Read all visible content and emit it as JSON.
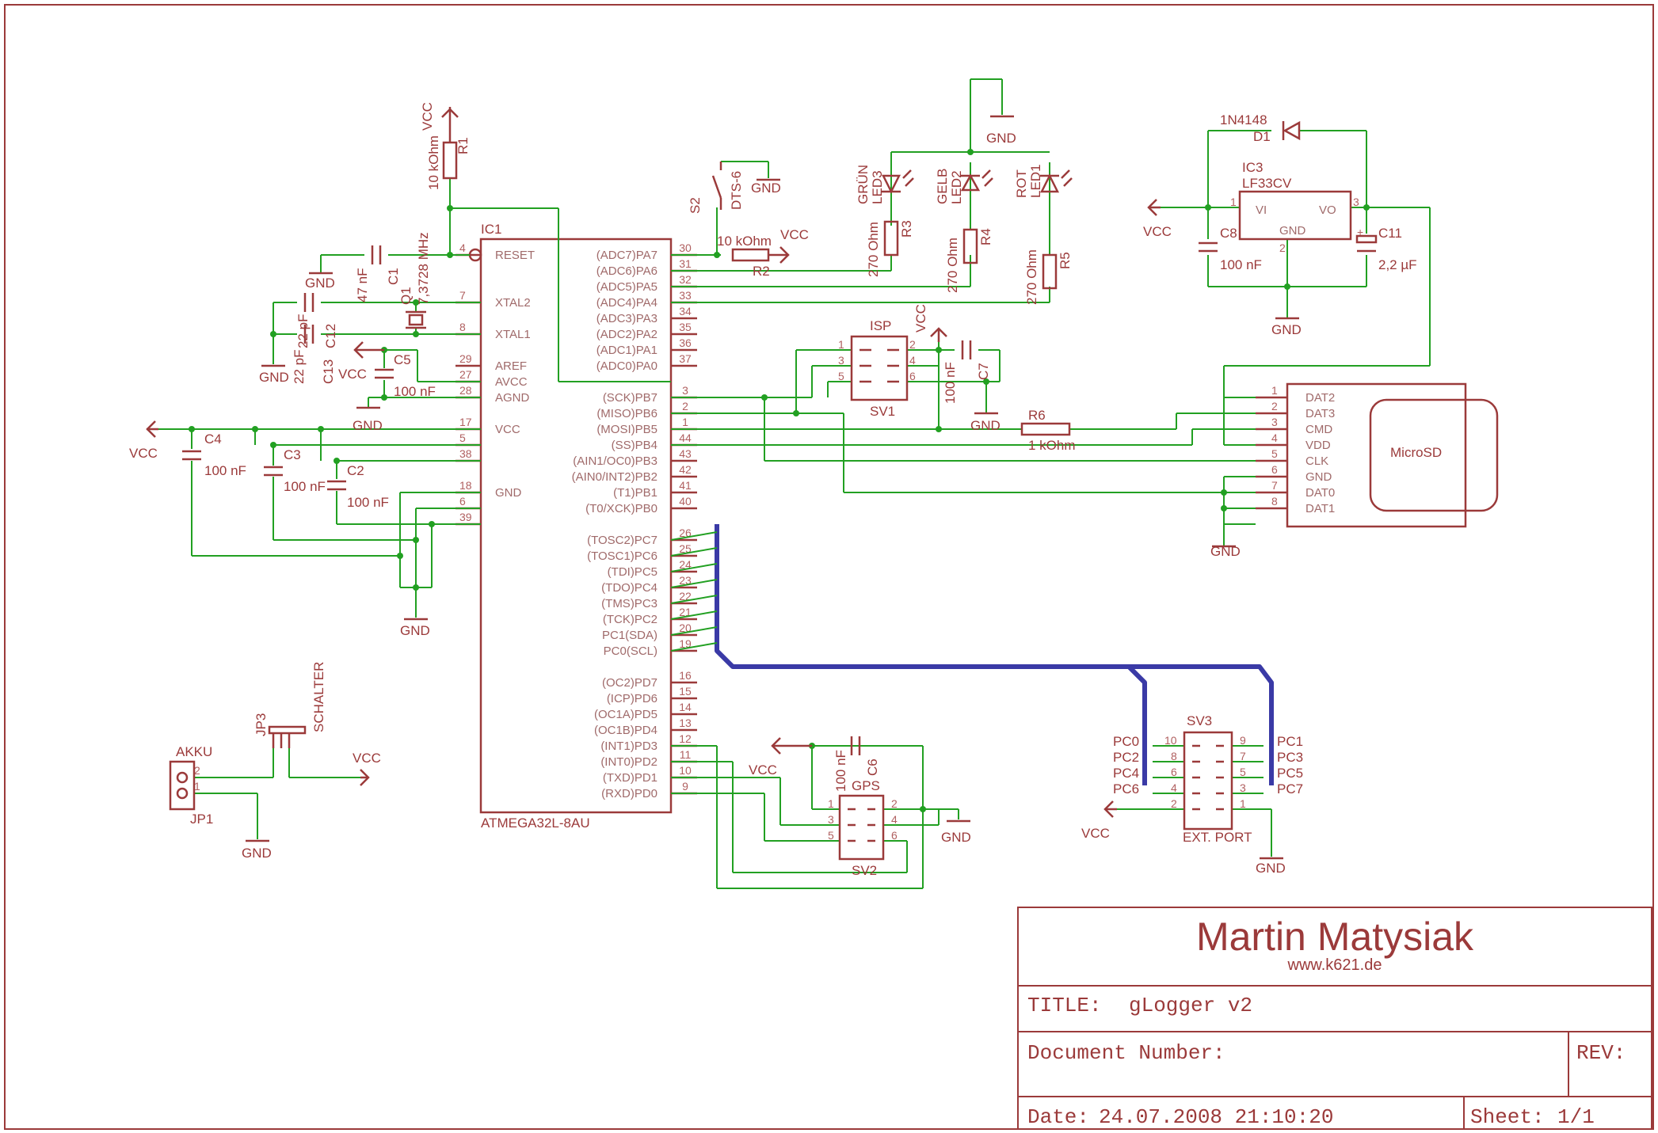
{
  "title_block": {
    "author": "Martin Matysiak",
    "website": "www.k621.de",
    "title_label": "TITLE:",
    "title_value": "gLogger v2",
    "docnum_label": "Document Number:",
    "rev_label": "REV:",
    "date_label": "Date:",
    "date_value": "24.07.2008 21:10:20",
    "sheet_label": "Sheet:",
    "sheet_value": "1/1"
  },
  "mcu": {
    "ref": "IC1",
    "part": "ATMEGA32L-8AU",
    "left_pins": [
      {
        "name": "RESET",
        "num": "4"
      },
      {
        "name": "XTAL2",
        "num": "7"
      },
      {
        "name": "XTAL1",
        "num": "8"
      },
      {
        "name": "AREF",
        "num": "29"
      },
      {
        "name": "AVCC",
        "num": "27"
      },
      {
        "name": "AGND",
        "num": "28"
      },
      {
        "name": "VCC",
        "num": "17"
      },
      {
        "name": "",
        "num": "5"
      },
      {
        "name": "",
        "num": "38"
      },
      {
        "name": "GND",
        "num": "18"
      },
      {
        "name": "",
        "num": "6"
      },
      {
        "name": "",
        "num": "39"
      }
    ],
    "right_pins": [
      {
        "name": "(ADC7)PA7",
        "num": "30"
      },
      {
        "name": "(ADC6)PA6",
        "num": "31"
      },
      {
        "name": "(ADC5)PA5",
        "num": "32"
      },
      {
        "name": "(ADC4)PA4",
        "num": "33"
      },
      {
        "name": "(ADC3)PA3",
        "num": "34"
      },
      {
        "name": "(ADC2)PA2",
        "num": "35"
      },
      {
        "name": "(ADC1)PA1",
        "num": "36"
      },
      {
        "name": "(ADC0)PA0",
        "num": "37"
      },
      {
        "name": "(SCK)PB7",
        "num": "3"
      },
      {
        "name": "(MISO)PB6",
        "num": "2"
      },
      {
        "name": "(MOSI)PB5",
        "num": "1"
      },
      {
        "name": "(SS)PB4",
        "num": "44"
      },
      {
        "name": "(AIN1/OC0)PB3",
        "num": "43"
      },
      {
        "name": "(AIN0/INT2)PB2",
        "num": "42"
      },
      {
        "name": "(T1)PB1",
        "num": "41"
      },
      {
        "name": "(T0/XCK)PB0",
        "num": "40"
      },
      {
        "name": "(TOSC2)PC7",
        "num": "26"
      },
      {
        "name": "(TOSC1)PC6",
        "num": "25"
      },
      {
        "name": "(TDI)PC5",
        "num": "24"
      },
      {
        "name": "(TDO)PC4",
        "num": "23"
      },
      {
        "name": "(TMS)PC3",
        "num": "22"
      },
      {
        "name": "(TCK)PC2",
        "num": "21"
      },
      {
        "name": "PC1(SDA)",
        "num": "20"
      },
      {
        "name": "PC0(SCL)",
        "num": "19"
      },
      {
        "name": "(OC2)PD7",
        "num": "16"
      },
      {
        "name": "(ICP)PD6",
        "num": "15"
      },
      {
        "name": "(OC1A)PD5",
        "num": "14"
      },
      {
        "name": "(OC1B)PD4",
        "num": "13"
      },
      {
        "name": "(INT1)PD3",
        "num": "12"
      },
      {
        "name": "(INT0)PD2",
        "num": "11"
      },
      {
        "name": "(TXD)PD1",
        "num": "10"
      },
      {
        "name": "(RXD)PD0",
        "num": "9"
      }
    ]
  },
  "labels": {
    "vcc": "VCC",
    "gnd": "GND",
    "r1": "R1",
    "r1_val": "10 kOhm",
    "c1": "C1",
    "c1_val": "47 nF",
    "q1": "Q1",
    "q1_val": "7,3728 MHz",
    "c12": "C12",
    "c13": "C13",
    "c1213_val_a": "22 pF",
    "c1213_val_b": "22 pF",
    "c5": "C5",
    "c5_val": "100 nF",
    "c4": "C4",
    "c4_val": "100 nF",
    "c3": "C3",
    "c3_val": "100 nF",
    "c2": "C2",
    "c2_val": "100 nF",
    "s2": "S2",
    "s2_type": "DTS-6",
    "r2": "R2",
    "r2_val": "10 kOhm",
    "led3": "LED3",
    "led3_color": "GRÜN",
    "led2": "LED2",
    "led2_color": "GELB",
    "led1": "LED1",
    "led1_color": "ROT",
    "r3": "R3",
    "r4": "R4",
    "r5": "R5",
    "r345_val": "270 Ohm",
    "isp": "ISP",
    "sv1": "SV1",
    "c7": "C7",
    "c7_val": "100 nF",
    "r6": "R6",
    "r6_val": "1 kOhm",
    "d1": "D1",
    "d1_val": "1N4148",
    "ic3": "IC3",
    "ic3_val": "LF33CV",
    "ic3_vi": "VI",
    "ic3_vo": "VO",
    "ic3_gnd": "GND",
    "c8": "C8",
    "c8_val": "100 nF",
    "c11": "C11",
    "c11_val": "2,2 µF",
    "microsd": "MicroSD",
    "sd_pins": [
      "DAT2",
      "DAT3",
      "CMD",
      "VDD",
      "CLK",
      "GND",
      "DAT0",
      "DAT1"
    ],
    "gps": "GPS",
    "sv2": "SV2",
    "c6": "C6",
    "c6_val": "100 nF",
    "sv3": "SV3",
    "ext_port": "EXT. PORT",
    "pc_left": [
      "PC0",
      "PC2",
      "PC4",
      "PC6"
    ],
    "pc_right": [
      "PC1",
      "PC3",
      "PC5",
      "PC7"
    ],
    "akku": "AKKU",
    "jp1": "JP1",
    "jp3": "JP3",
    "schalter": "SCHALTER"
  },
  "colors": {
    "symbol": "#9b3a3a",
    "wire": "#22a022",
    "bus": "#3a3aa6",
    "background": "#ffffff"
  }
}
